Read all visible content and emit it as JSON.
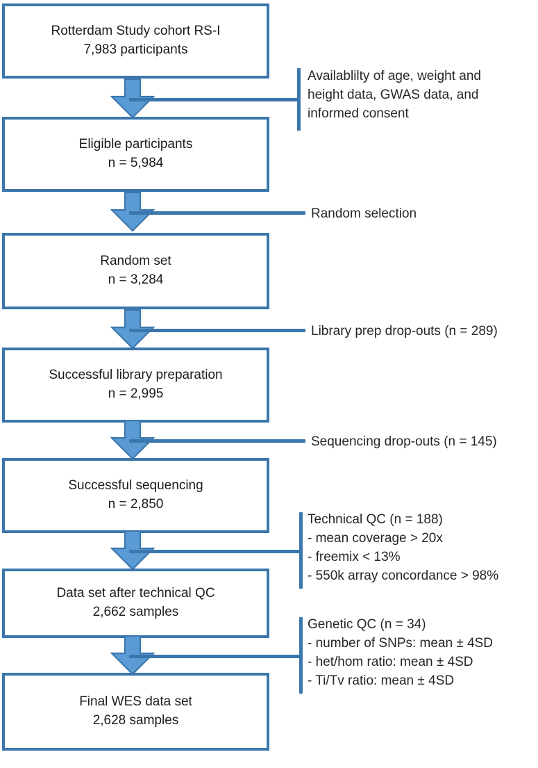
{
  "diagram": {
    "title": "Rotterdam Study whole-exome sequencing sample selection flow",
    "colors": {
      "box_border": "#3b76ac",
      "arrow_fill": "#5b9bd5",
      "arrow_border": "#3b76ac",
      "connector": "#3b76ac",
      "text": "#1c1c1c",
      "background": "#ffffff"
    }
  },
  "boxes": [
    {
      "id": "cohort",
      "line1": "Rotterdam Study cohort RS-I",
      "line2": "7,983 participants"
    },
    {
      "id": "eligible",
      "line1": "Eligible participants",
      "line2": "n = 5,984"
    },
    {
      "id": "random-set",
      "line1": "Random set",
      "line2": "n = 3,284"
    },
    {
      "id": "library-prep",
      "line1": "Successful library preparation",
      "line2": "n = 2,995"
    },
    {
      "id": "sequencing",
      "line1": "Successful sequencing",
      "line2": "n = 2,850"
    },
    {
      "id": "technical-qc",
      "line1": "Data set after technical QC",
      "line2": "2,662 samples"
    },
    {
      "id": "final-wes",
      "line1": "Final WES data set",
      "line2": "2,628 samples"
    }
  ],
  "annotations": [
    {
      "id": "eligibility-criteria",
      "lines": [
        "Availablilty of age, weight and",
        "height data, GWAS data, and",
        "informed consent"
      ]
    },
    {
      "id": "random-selection",
      "lines": [
        "Random selection"
      ]
    },
    {
      "id": "library-prep-dropouts",
      "lines": [
        "Library prep drop-outs (n = 289)"
      ]
    },
    {
      "id": "sequencing-dropouts",
      "lines": [
        "Sequencing drop-outs (n = 145)"
      ]
    },
    {
      "id": "technical-qc-criteria",
      "lines": [
        "Technical QC (n = 188)",
        "- mean coverage > 20x",
        "- freemix < 13%",
        "- 550k array concordance > 98%"
      ]
    },
    {
      "id": "genetic-qc-criteria",
      "lines": [
        "Genetic QC (n = 34)",
        "- number of SNPs: mean ± 4SD",
        "- het/hom ratio: mean ± 4SD",
        "- Ti/Tv ratio: mean ± 4SD"
      ]
    }
  ]
}
